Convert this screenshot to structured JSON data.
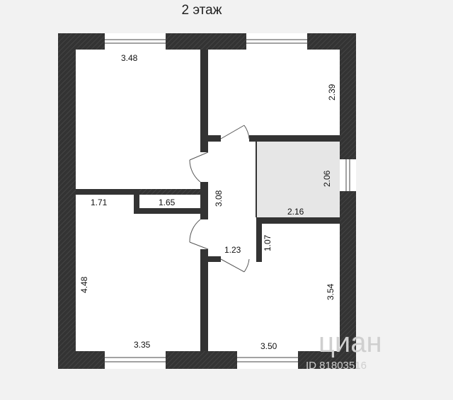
{
  "title": "2 этаж",
  "dimensions": {
    "top_left_width": "3.48",
    "top_right_height": "2.39",
    "corridor_height": "3.08",
    "middle_right_height": "2.06",
    "middle_right_width": "2.16",
    "left_wall_a": "1.71",
    "left_wall_b": "1.65",
    "bottom_left_height": "4.48",
    "bottom_left_width": "3.35",
    "bath_width": "1.23",
    "bath_height": "1.07",
    "bottom_right_height": "3.54",
    "bottom_right_width": "3.50"
  },
  "watermark": {
    "brand": "циан",
    "id": "ID 81803516"
  },
  "colors": {
    "wall": "#333333",
    "room": "#ffffff",
    "hall": "#e6e6e6",
    "background": "#f2f2f2"
  }
}
